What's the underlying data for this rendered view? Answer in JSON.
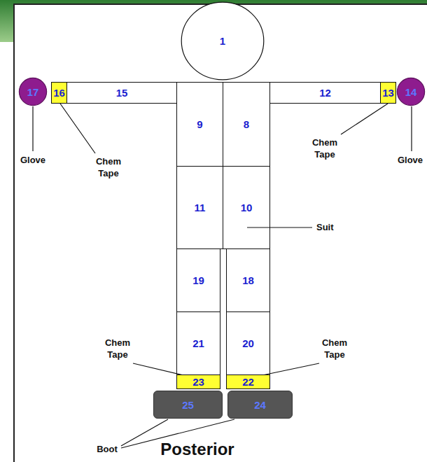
{
  "diagram": {
    "title": "Posterior",
    "nodes": [
      {
        "text": [
          "1"
        ]
      },
      {
        "text": [
          "17"
        ]
      },
      {
        "text": [
          "16"
        ]
      },
      {
        "text": [
          "15"
        ]
      },
      {
        "text": [
          "9"
        ]
      },
      {
        "text": [
          "8"
        ]
      },
      {
        "text": [
          "12"
        ]
      },
      {
        "text": [
          "13"
        ]
      },
      {
        "text": [
          "14"
        ]
      },
      {
        "text": [
          "11"
        ]
      },
      {
        "text": [
          "10"
        ]
      },
      {
        "text": [
          "19"
        ]
      },
      {
        "text": [
          "18"
        ]
      },
      {
        "text": [
          "21"
        ]
      },
      {
        "text": [
          "20"
        ]
      },
      {
        "text": [
          "23"
        ]
      },
      {
        "text": [
          "22"
        ]
      },
      {
        "text": [
          "25"
        ]
      },
      {
        "text": [
          "24"
        ]
      }
    ],
    "labels": [
      "Glove",
      "Chem Tape",
      "Chem Tape",
      "Glove",
      "Suit",
      "Chem Tape",
      "Chem Tape",
      "Boot"
    ]
  }
}
